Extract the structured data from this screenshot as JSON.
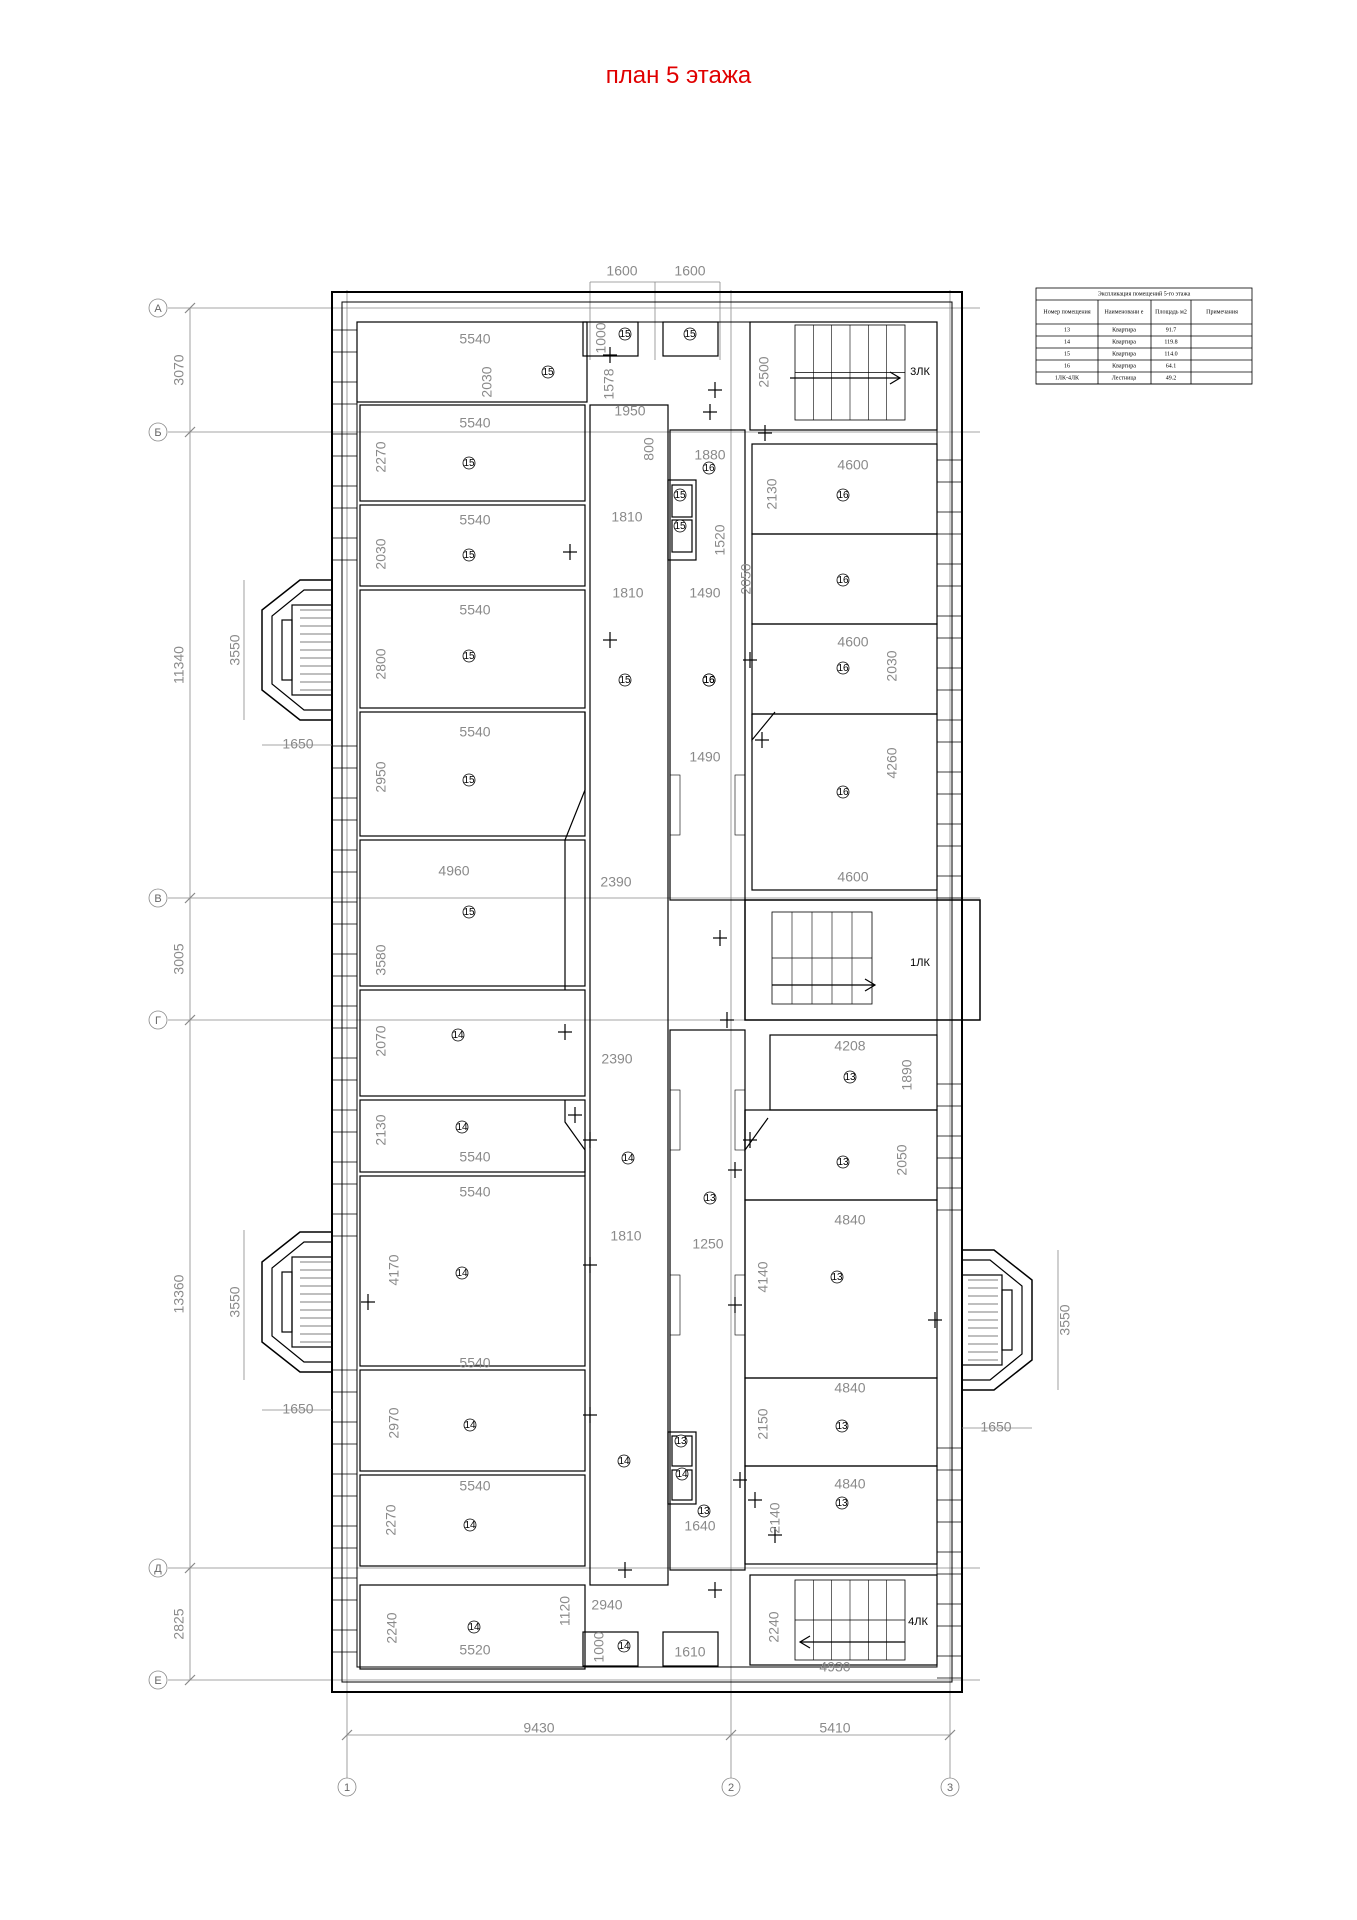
{
  "title": "план 5 этажа",
  "legend": {
    "title": "Экспликация помещений 5-го этажа",
    "headers": [
      "Номер помещения",
      "Наименовани е",
      "Площадь м2",
      "Примечания"
    ],
    "rows": [
      [
        "13",
        "Квартира",
        "91.7",
        ""
      ],
      [
        "14",
        "Квартира",
        "119.8",
        ""
      ],
      [
        "15",
        "Квартира",
        "114.0",
        ""
      ],
      [
        "16",
        "Квартира",
        "64.1",
        ""
      ],
      [
        "1ЛК-4ЛК",
        "Лестница",
        "49.2",
        ""
      ]
    ]
  },
  "axes": {
    "letters": [
      "А",
      "Б",
      "В",
      "Г",
      "Д",
      "Е"
    ],
    "numbers": [
      "1",
      "2",
      "3"
    ]
  },
  "stairs": [
    "3ЛК",
    "1ЛК",
    "4ЛК"
  ],
  "dims": {
    "left_chain": [
      "3070",
      "11340",
      "3005",
      "13360",
      "2825"
    ],
    "bottom": [
      "9430",
      "5410"
    ],
    "top": [
      "1600",
      "1600"
    ],
    "bay": [
      "3550",
      "1650",
      "3550",
      "1650",
      "3550",
      "1650"
    ],
    "interior": [
      "5540",
      "2030",
      "1000",
      "1578",
      "1950",
      "2500",
      "5540",
      "2270",
      "800",
      "1880",
      "4600",
      "2130",
      "5540",
      "2030",
      "1810",
      "1520",
      "1810",
      "1490",
      "2050",
      "5540",
      "2800",
      "4600",
      "2030",
      "5540",
      "2950",
      "1490",
      "4260",
      "4960",
      "3580",
      "2390",
      "4600",
      "2070",
      "2390",
      "4208",
      "1890",
      "2130",
      "5540",
      "2050",
      "5540",
      "4840",
      "1810",
      "1250",
      "4170",
      "4140",
      "5540",
      "2970",
      "4840",
      "2150",
      "5540",
      "2270",
      "1640",
      "4840",
      "2140",
      "2240",
      "1120",
      "2940",
      "2240",
      "5520",
      "1000",
      "1610",
      "4930"
    ]
  },
  "rooms": [
    "15",
    "15",
    "15",
    "15",
    "15",
    "15",
    "15",
    "15",
    "15",
    "16",
    "15",
    "16",
    "16",
    "16",
    "16",
    "16",
    "16",
    "16",
    "15",
    "14",
    "13",
    "14",
    "14",
    "13",
    "13",
    "14",
    "13",
    "14",
    "14",
    "13",
    "13",
    "14",
    "13",
    "13",
    "14",
    "14",
    "14"
  ]
}
